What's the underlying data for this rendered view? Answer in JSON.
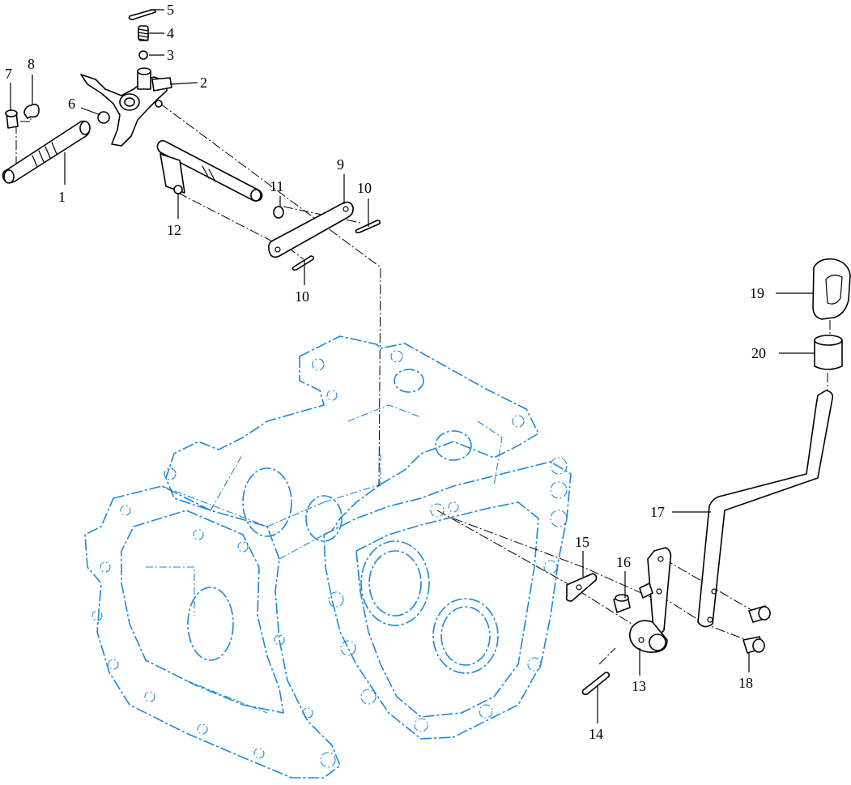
{
  "colors": {
    "housing": "#1e88d6",
    "parts": "#000000",
    "background": "#ffffff"
  },
  "callouts": {
    "c1": "1",
    "c2": "2",
    "c3": "3",
    "c4": "4",
    "c5": "5",
    "c6": "6",
    "c7": "7",
    "c8": "8",
    "c9": "9",
    "c10a": "10",
    "c10b": "10",
    "c11": "11",
    "c12": "12",
    "c13": "13",
    "c14": "14",
    "c15": "15",
    "c16": "16",
    "c17": "17",
    "c18": "18",
    "c19": "19",
    "c20": "20"
  }
}
